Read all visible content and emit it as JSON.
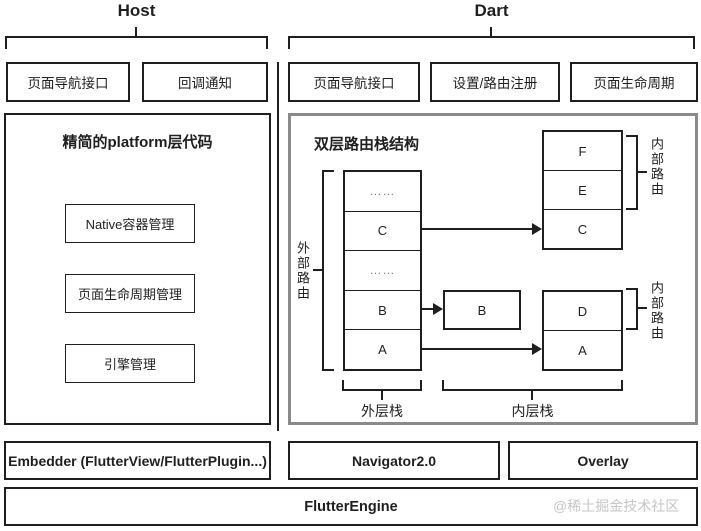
{
  "header": {
    "host_title": "Host",
    "dart_title": "Dart"
  },
  "host": {
    "interface_boxes": [
      {
        "label": "页面导航接口"
      },
      {
        "label": "回调通知"
      }
    ],
    "platform_panel": {
      "title": "精简的platform层代码",
      "items": [
        {
          "label": "Native容器管理"
        },
        {
          "label": "页面生命周期管理"
        },
        {
          "label": "引擎管理"
        }
      ]
    },
    "embedder_label": "Embedder (FlutterView/FlutterPlugin...)"
  },
  "dart": {
    "interface_boxes": [
      {
        "label": "页面导航接口"
      },
      {
        "label": "设置/路由注册"
      },
      {
        "label": "页面生命周期"
      }
    ],
    "router_panel": {
      "title": "双层路由栈结构",
      "outer_route_label": "外部路由",
      "inner_route_label_top": "内部路由",
      "inner_route_label_bottom": "内部路由",
      "outer_stack": {
        "cells": [
          "……",
          "C",
          "……",
          "B",
          "A"
        ],
        "caption": "外层栈"
      },
      "detached_cell": "B",
      "inner_stack_top": {
        "cells": [
          "F",
          "E",
          "C"
        ]
      },
      "inner_stack_bottom": {
        "cells": [
          "D",
          "A"
        ],
        "caption": "内层栈"
      }
    },
    "navigator_label": "Navigator2.0",
    "overlay_label": "Overlay"
  },
  "footer": {
    "engine_label": "FlutterEngine",
    "watermark": "@稀土掘金技术社区"
  },
  "colors": {
    "line": "#1f1f1f",
    "right_panel_border": "#8a8a8a",
    "dots": "#7a7a7a",
    "watermark": "#c6c6c6",
    "background": "#ffffff"
  }
}
